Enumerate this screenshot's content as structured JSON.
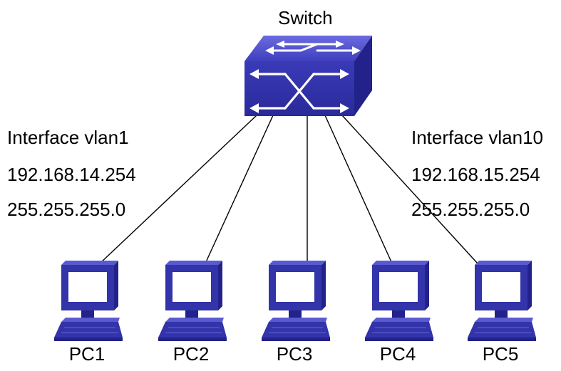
{
  "switch": {
    "label": "Switch",
    "icon": "switch-icon"
  },
  "left_interface": {
    "name": "Interface vlan1",
    "ip": "192.168.14.254",
    "mask": "255.255.255.0"
  },
  "right_interface": {
    "name": "Interface vlan10",
    "ip": "192.168.15.254",
    "mask": "255.255.255.0"
  },
  "pcs": [
    {
      "label": "PC1",
      "icon": "computer-icon"
    },
    {
      "label": "PC2",
      "icon": "computer-icon"
    },
    {
      "label": "PC3",
      "icon": "computer-icon"
    },
    {
      "label": "PC4",
      "icon": "computer-icon"
    },
    {
      "label": "PC5",
      "icon": "computer-icon"
    }
  ],
  "colors": {
    "device_blue": "#3333AA",
    "device_light": "#5A5AD0",
    "device_dark": "#22228A",
    "screen": "#FFFFFF",
    "link": "#000000"
  }
}
